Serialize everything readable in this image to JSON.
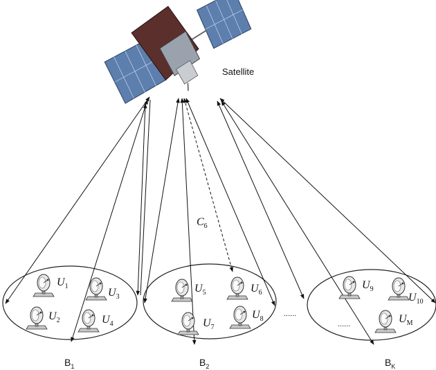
{
  "satellite": {
    "label": "Satellite",
    "icon": "satellite-icon"
  },
  "channel_label": {
    "base": "C",
    "sub": "6"
  },
  "beams": [
    {
      "name": "B",
      "sub": "1"
    },
    {
      "name": "B",
      "sub": "2"
    },
    {
      "name": "B",
      "sub": "K"
    }
  ],
  "users": [
    {
      "base": "U",
      "sub": "1"
    },
    {
      "base": "U",
      "sub": "2"
    },
    {
      "base": "U",
      "sub": "3"
    },
    {
      "base": "U",
      "sub": "4"
    },
    {
      "base": "U",
      "sub": "5"
    },
    {
      "base": "U",
      "sub": "6"
    },
    {
      "base": "U",
      "sub": "7"
    },
    {
      "base": "U",
      "sub": "8"
    },
    {
      "base": "U",
      "sub": "9"
    },
    {
      "base": "U",
      "sub": "10"
    },
    {
      "base": "U",
      "sub": "M"
    }
  ],
  "ellipsis": [
    "......",
    "......"
  ],
  "icons": {
    "user_terminal": "satellite-dish-icon"
  }
}
